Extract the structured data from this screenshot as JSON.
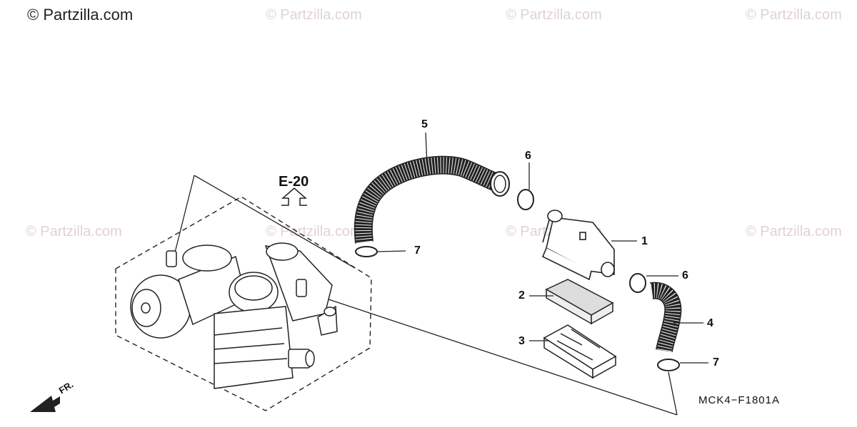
{
  "copyright": "© Partzilla.com",
  "watermarks": [
    {
      "text": "© Partzilla.com"
    },
    {
      "text": "© Partzilla.com"
    },
    {
      "text": "© Partzilla.com"
    },
    {
      "text": "© Partzilla.com"
    },
    {
      "text": "© Partzilla.com"
    },
    {
      "text": "© Partzilla.com"
    },
    {
      "text": "© Partzilla.com"
    }
  ],
  "reference": "E-20",
  "front_label": "FR.",
  "diagram_code": "MCK4−F1801A",
  "callouts": [
    "5",
    "6",
    "7",
    "1",
    "6",
    "2",
    "4",
    "3",
    "7"
  ]
}
